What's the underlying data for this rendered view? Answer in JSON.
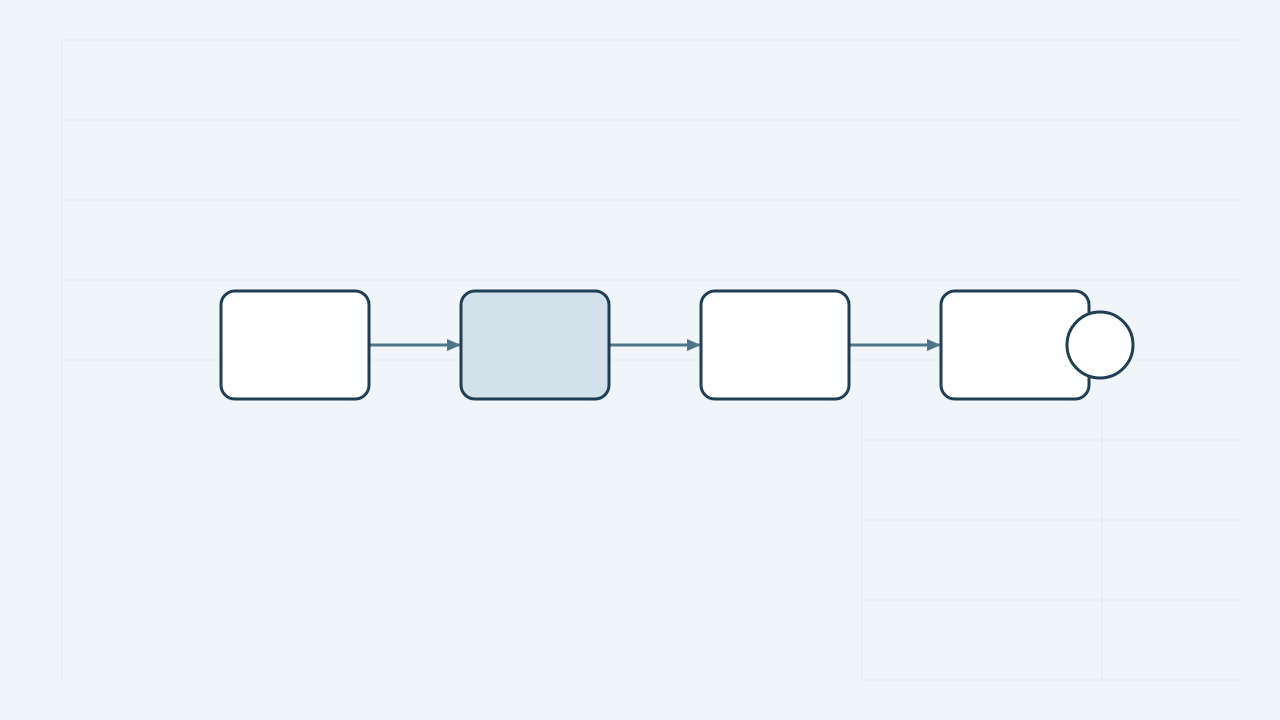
{
  "diagram": {
    "type": "process-flow",
    "steps": [
      {
        "id": "step-1",
        "label": "",
        "highlighted": false
      },
      {
        "id": "step-2",
        "label": "",
        "highlighted": true
      },
      {
        "id": "step-3",
        "label": "",
        "highlighted": false
      },
      {
        "id": "step-4",
        "label": "",
        "highlighted": false,
        "has_end_marker": true
      }
    ],
    "connections": [
      {
        "from": "step-1",
        "to": "step-2"
      },
      {
        "from": "step-2",
        "to": "step-3"
      },
      {
        "from": "step-3",
        "to": "step-4"
      }
    ]
  },
  "colors": {
    "background": "#f0f5f9",
    "grid_line": "#e3ebf1",
    "box_fill": "#ffffff",
    "box_fill_highlight": "#d2e1ea",
    "box_stroke": "#1e3f54",
    "arrow": "#4f7688"
  }
}
